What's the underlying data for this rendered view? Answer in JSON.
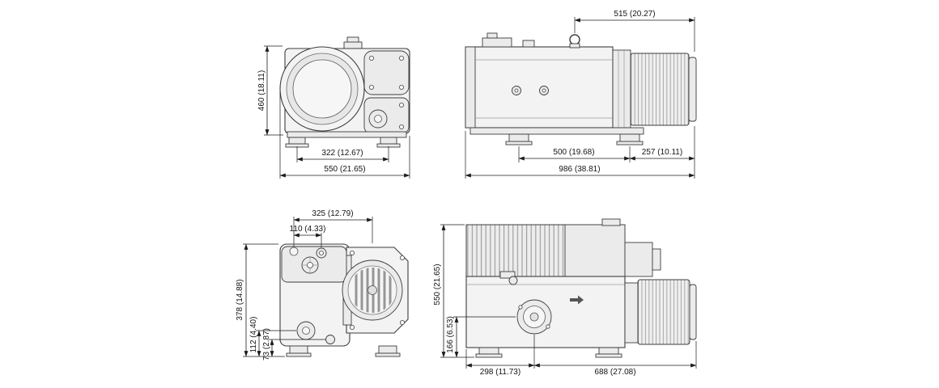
{
  "colors": {
    "background": "#ffffff",
    "line": "#3d3d3d",
    "dimension_line": "#1b1b1b",
    "fill_light": "#f3f3f3",
    "fill_mid": "#ebebeb"
  },
  "views": {
    "front": {
      "dims": {
        "overall_height": "460 (18.11)",
        "foot_spacing": "322 (12.67)",
        "overall_width": "550 (21.65)"
      }
    },
    "side_upper": {
      "dims": {
        "eyebolt_to_end": "515 (20.27)",
        "foot_spacing": "500 (19.68)",
        "foot_to_end": "257 (10.11)",
        "overall_length": "986 (38.81)"
      }
    },
    "rear": {
      "dims": {
        "port_to_fan": "325 (12.79)",
        "port_spacing": "110 (4.33)",
        "overall_depth": "378 (14.88)",
        "sight_glass_height": "112 (4.40)",
        "drain_height": "73 (2.87)"
      }
    },
    "side_lower": {
      "dims": {
        "overall_height": "550 (21.65)",
        "filler_height": "166 (6.53)",
        "front_to_filler": "298 (11.73)",
        "filler_to_end": "688 (27.08)"
      }
    }
  }
}
